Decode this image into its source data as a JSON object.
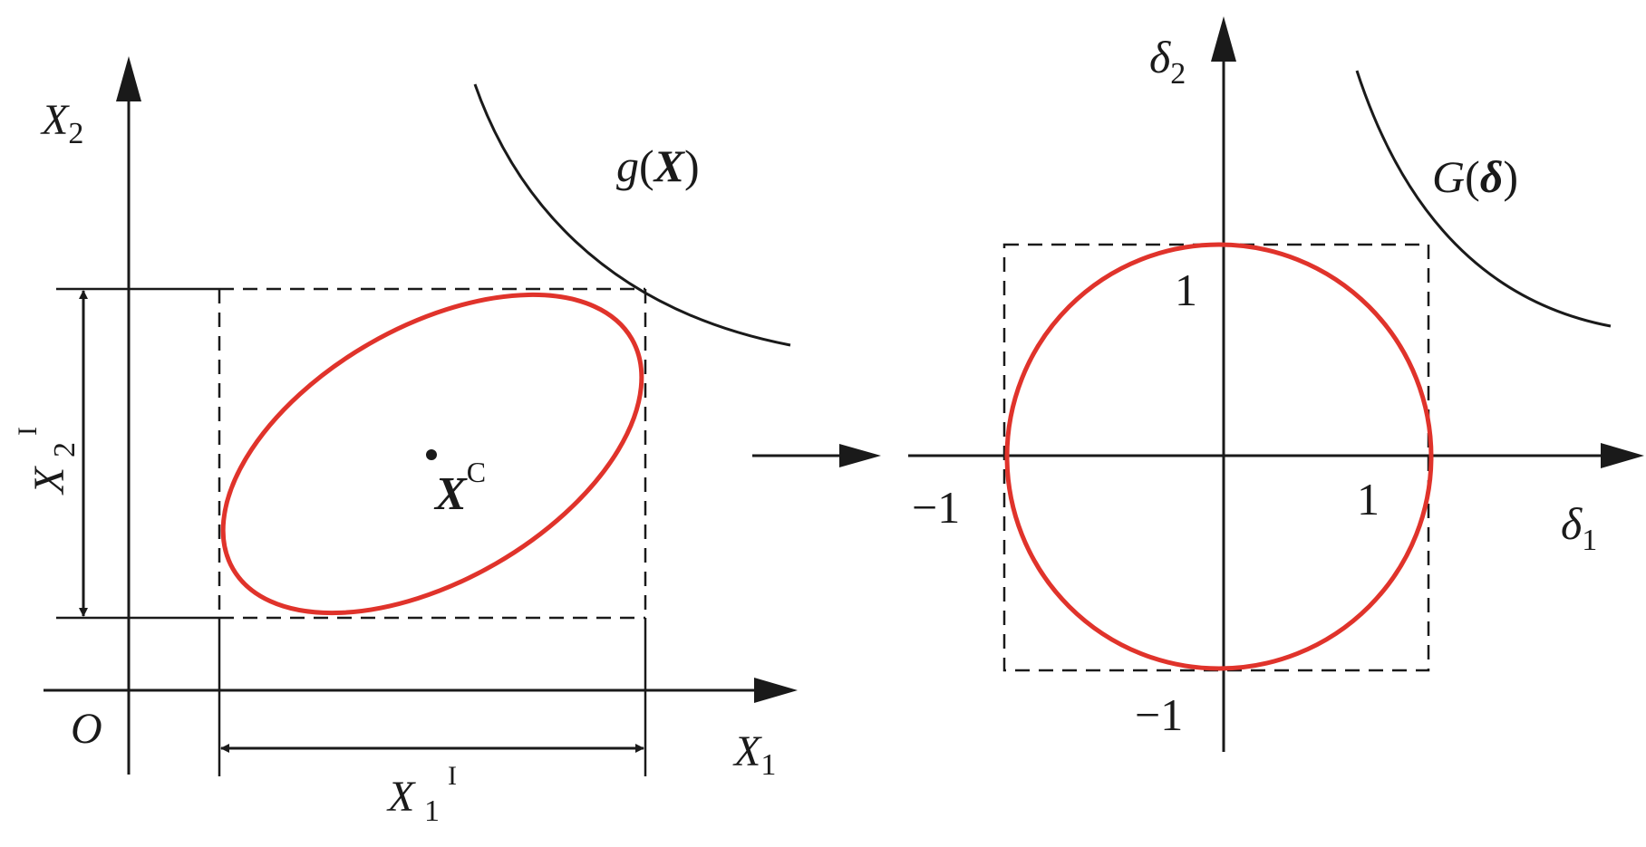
{
  "colors": {
    "ink": "#1a1a1a",
    "ellipse": "#e0332b"
  },
  "left_panel": {
    "x_axis_var": "X",
    "x_axis_sub": "1",
    "y_axis_var": "X",
    "y_axis_sub": "2",
    "origin": "O",
    "limit_func": "g",
    "limit_arg": "X",
    "center_var": "X",
    "center_sup": "C",
    "width_var": "X",
    "width_sub": "1",
    "width_sup": "I",
    "height_var": "X",
    "height_sub": "2",
    "height_sup": "I"
  },
  "right_panel": {
    "x_axis_var": "δ",
    "x_axis_sub": "1",
    "y_axis_var": "δ",
    "y_axis_sub": "2",
    "limit_func": "G",
    "limit_arg": "δ",
    "tick_pos_x": "1",
    "tick_neg_x": "−1",
    "tick_pos_y": "1",
    "tick_neg_y": "−1"
  },
  "paren_open": "(",
  "paren_close": ")"
}
